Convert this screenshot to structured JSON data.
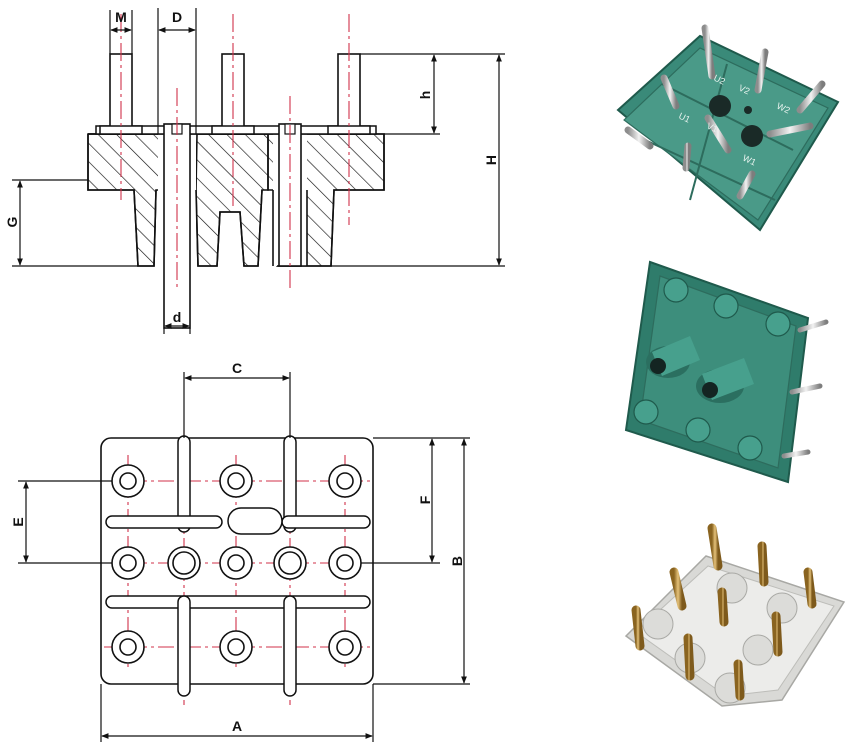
{
  "dimensions": {
    "m": "M",
    "d_upper": "D",
    "h_small": "h",
    "h_total": "H",
    "g": "G",
    "d_lower": "d",
    "c": "C",
    "e": "E",
    "f": "F",
    "b": "B",
    "a": "A"
  },
  "terminal_labels": {
    "u2": "U2",
    "v2": "V2",
    "w2": "W2",
    "u1": "U1",
    "v1": "V1",
    "w1": "W1"
  },
  "colors": {
    "line": "#111111",
    "center_line": "#d0314a",
    "green_plate": "#3a8a79",
    "green_dark": "#1f5a4c",
    "white_plate": "#e8e8e6",
    "brass": "#c79a4a",
    "steel": "#c9c9c9"
  }
}
